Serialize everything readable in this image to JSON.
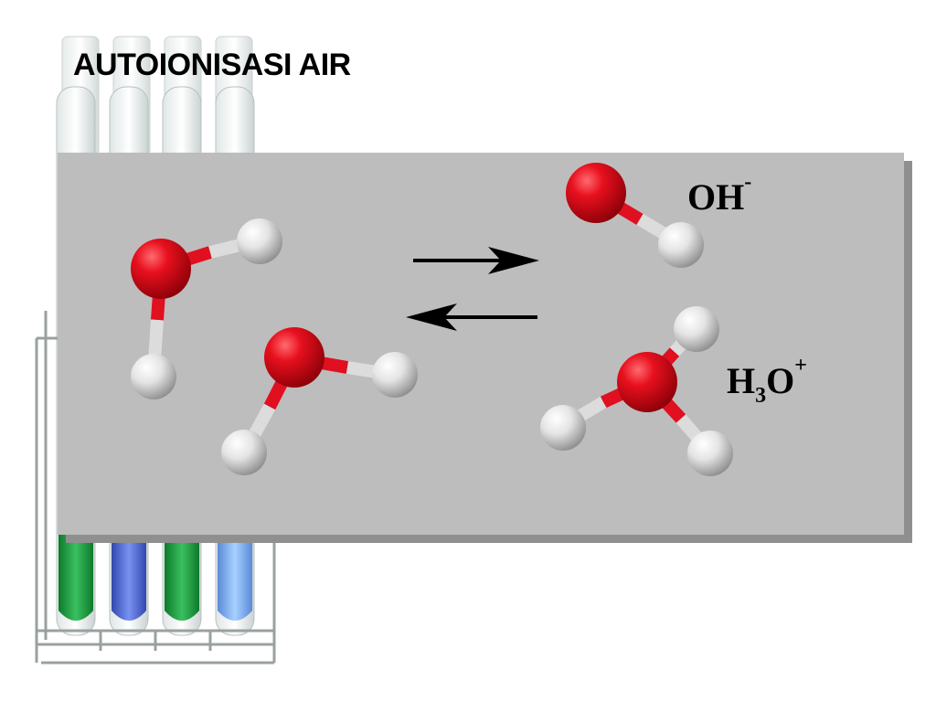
{
  "slide": {
    "title": "AUTOIONISASI AIR"
  },
  "equation": {
    "products": {
      "hydroxide": {
        "main": "OH",
        "charge": "-"
      },
      "hydronium": {
        "h": "H",
        "sub": "3",
        "o": "O",
        "charge": "+"
      }
    }
  },
  "colors": {
    "panel": "#bdbdbd",
    "oxygen": "#e01020",
    "hydrogen": "#e8e8e8",
    "tube_green": "#1fa040",
    "tube_blue": "#4a6ad8"
  }
}
